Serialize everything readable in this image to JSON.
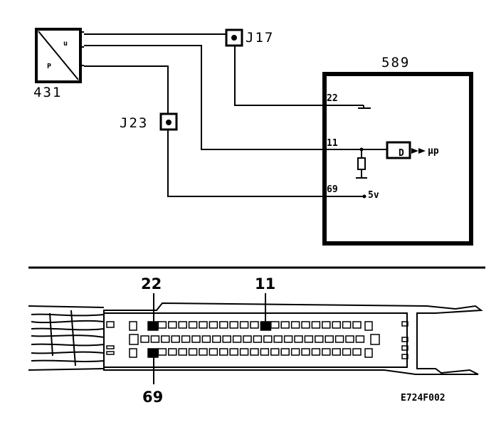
{
  "schematic": {
    "sensor": {
      "id": "431",
      "pin_u": "u",
      "pin_p": "P"
    },
    "junction_j17": "J17",
    "junction_j23": "J23",
    "ecu": {
      "id": "589",
      "pin_22": "22",
      "pin_11": "11",
      "pin_69": "69",
      "output": "µp",
      "supply": "5v",
      "dsp": "D"
    }
  },
  "connector": {
    "pin_22": "22",
    "pin_11": "11",
    "pin_69": "69"
  },
  "figure_code": "E724F002"
}
